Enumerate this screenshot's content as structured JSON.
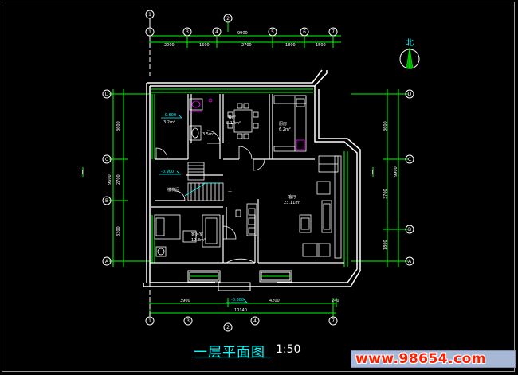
{
  "drawing": {
    "title": "一层平面图",
    "scale": "1:50",
    "north_label": "北",
    "watermark": "www.98654.com"
  },
  "axes": {
    "top_numbers": [
      "1",
      "2",
      "3",
      "4",
      "5",
      "6",
      "7"
    ],
    "top_extra": "2",
    "bottom_numbers": [
      "1",
      "3",
      "4",
      "7"
    ],
    "bottom_extra": "2",
    "left_letters": [
      "D",
      "C",
      "B",
      "A"
    ],
    "right_letters": [
      "D",
      "C",
      "B",
      "A"
    ]
  },
  "dimensions": {
    "top_total": "9900",
    "top_segments": [
      "2000",
      "1600",
      "2700",
      "1800",
      "1500"
    ],
    "bottom_segments": [
      "3900",
      "4200",
      "240"
    ],
    "bottom_total": "10140",
    "left_segments": [
      "3600",
      "2700",
      "3300"
    ],
    "left_total": "9600",
    "right_segments": [
      "3600",
      "3700",
      "1800"
    ],
    "right_total": "9900"
  },
  "room_labels": {
    "level_upper": "-0.600",
    "level_mid": "-0.900",
    "level_entry": "-0.300",
    "up_arrow": "上",
    "stair_label": "楼梯间",
    "bath_area": "3.2m²",
    "storage_area": "3.5m²",
    "dining": "餐厅",
    "dining_area": "8.10m²",
    "kitchen": "厨房",
    "kitchen_area": "6.2m²",
    "living": "客厅",
    "living_area": "23.11m²",
    "bedroom": "客卧室",
    "bedroom_area": "12.3m²"
  },
  "colors": {
    "wall": "#ffffff",
    "window": "#00ff00",
    "dim": "#00ff00",
    "axis": "#ffffff",
    "furniture": "#ffffff",
    "label": "#ffff00",
    "text_cyan": "#00ffff",
    "text_magenta": "#ff00ff"
  }
}
